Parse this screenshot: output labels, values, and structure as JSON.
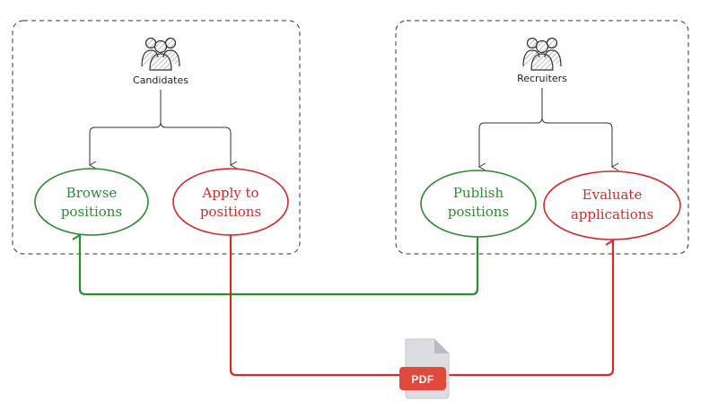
{
  "groups": [
    {
      "id": "candidates",
      "actor_label": "Candidates",
      "actor_icon": "people-group-icon",
      "nodes": [
        {
          "id": "browse",
          "lines": [
            "Browse",
            "positions"
          ],
          "color": "#2e8b32"
        },
        {
          "id": "apply",
          "lines": [
            "Apply to",
            "positions"
          ],
          "color": "#d32b2b"
        }
      ]
    },
    {
      "id": "recruiters",
      "actor_label": "Recruiters",
      "actor_icon": "people-group-icon",
      "nodes": [
        {
          "id": "publish",
          "lines": [
            "Publish",
            "positions"
          ],
          "color": "#2e8b32"
        },
        {
          "id": "evaluate",
          "lines": [
            "Evaluate",
            "applications"
          ],
          "color": "#d32b2b"
        }
      ]
    }
  ],
  "document": {
    "label": "PDF",
    "icon": "pdf-file-icon",
    "badge_color": "#e0493c"
  },
  "colors": {
    "green": "#2e8b32",
    "red": "#d32b2b",
    "border": "#333333"
  }
}
